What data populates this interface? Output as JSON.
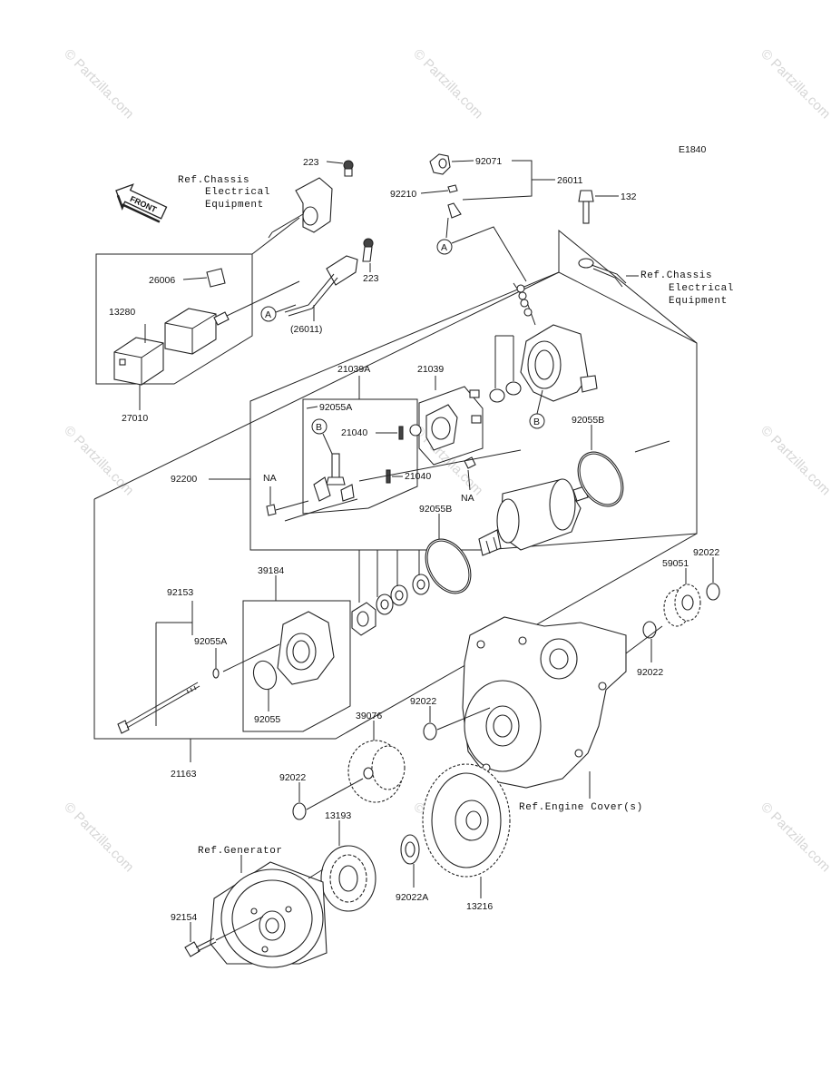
{
  "diagram_code": "E1840",
  "front_label": "FRONT",
  "watermark": "© Partzilla.com",
  "ref_chassis_top": [
    "Ref.Chassis",
    "Electrical",
    "Equipment"
  ],
  "ref_chassis_right": [
    "Ref.Chassis",
    "Electrical",
    "Equipment"
  ],
  "ref_engine_cover": "Ref.Engine Cover(s)",
  "ref_generator": "Ref.Generator",
  "callouts": {
    "a": "A",
    "b": "B",
    "na": "NA"
  },
  "part_numbers": {
    "p223_top": "223",
    "p223_mid": "223",
    "p26006": "26006",
    "p13280": "13280",
    "p26011_paren": "(26011)",
    "p27010": "27010",
    "p92071": "92071",
    "p92210": "92210",
    "p26011": "26011",
    "p132": "132",
    "p21039a": "21039A",
    "p21039": "21039",
    "p92055a_top": "92055A",
    "p21040_top": "21040",
    "p21040_bot": "21040",
    "p92200": "92200",
    "p92055b_right": "92055B",
    "p92055b_mid": "92055B",
    "p92153": "92153",
    "p39184": "39184",
    "p92055a_left": "92055A",
    "p92055": "92055",
    "p21163": "21163",
    "p92022_right": "92022",
    "p59051": "59051",
    "p92022_gear": "92022",
    "p92022_mid": "92022",
    "p39076": "39076",
    "p92022_left": "92022",
    "p13193": "13193",
    "p92022a": "92022A",
    "p13216": "13216",
    "p92154": "92154"
  }
}
